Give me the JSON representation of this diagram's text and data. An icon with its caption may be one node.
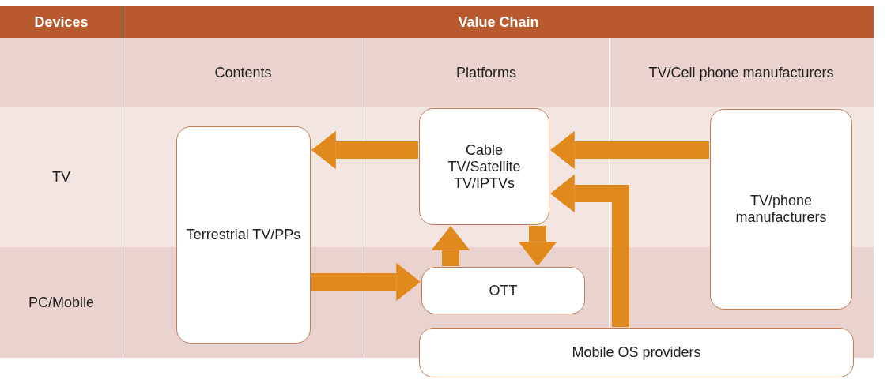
{
  "diagram": {
    "nodes": [
      {
        "text": [
          "Terrestrial TV/PPs"
        ]
      },
      {
        "text": [
          "Cable TV/Satellite TV/IPTVs"
        ]
      },
      {
        "text": [
          "OTT"
        ]
      },
      {
        "text": [
          "TV/phone manufacturers"
        ]
      },
      {
        "text": [
          "Mobile OS providers"
        ]
      }
    ],
    "edges": [
      {
        "from": 1,
        "to": 0,
        "arrow": "to"
      },
      {
        "from": 3,
        "to": 1,
        "arrow": "to"
      },
      {
        "from": 1,
        "to": 2,
        "arrow": "to"
      },
      {
        "from": 2,
        "to": 1,
        "arrow": "to"
      },
      {
        "from": 0,
        "to": 2,
        "arrow": "to"
      },
      {
        "from": 4,
        "to": 1,
        "arrow": "to"
      }
    ],
    "labels": [
      "Devices",
      "Value Chain",
      "Contents",
      "Platforms",
      "TV/Cell phone manufacturers",
      "TV",
      "PC/Mobile"
    ]
  }
}
